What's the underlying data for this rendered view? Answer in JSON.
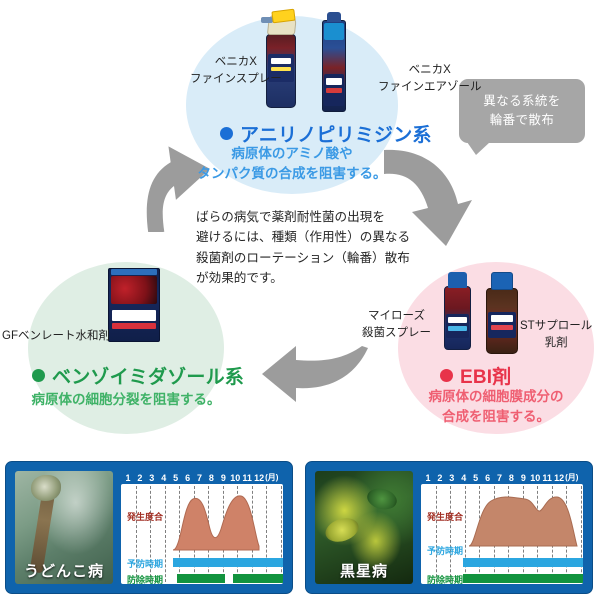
{
  "diagram": {
    "bubble": {
      "line1": "異なる系統を",
      "line2": "輪番で散布",
      "color": "#a6a6a6"
    },
    "center_paragraph": {
      "line1": "ばらの病気で薬剤耐性菌の出現を",
      "line2": "避けるには、種類（作用性）の異なる",
      "line3": "殺菌剤のローテーション（輪番）散布",
      "line4": "が効果的です。"
    },
    "groups": [
      {
        "id": "anilinopyrimidine",
        "title": "アニリノピリミジン系",
        "desc_line1": "病原体のアミノ酸や",
        "desc_line2": "タンパク質の合成を阻害する。",
        "dot_color": "#1b6fd6",
        "title_color": "#1b6fd6",
        "desc_color": "#3b9ae5",
        "zone_color": "#d9ecf8",
        "products": [
          {
            "name_line1": "ベニカX",
            "name_line2": "ファインスプレー",
            "type": "trigger-spray-bottle"
          },
          {
            "name_line1": "ベニカX",
            "name_line2": "ファインエアゾール",
            "type": "aerosol-can"
          }
        ]
      },
      {
        "id": "ebi",
        "title": "EBI剤",
        "desc_line1": "病原体の細胞膜成分の",
        "desc_line2": "合成を阻害する。",
        "dot_color": "#e8334a",
        "title_color": "#e8334a",
        "desc_color": "#ef5f72",
        "zone_color": "#fbdde4",
        "products": [
          {
            "name_line1": "マイローズ",
            "name_line2": "殺菌スプレー",
            "type": "spray-bottle"
          },
          {
            "name_line1": "STサプロール",
            "name_line2": "乳剤",
            "type": "liquid-bottle"
          }
        ]
      },
      {
        "id": "benzimidazole",
        "title": "ベンゾイミダゾール系",
        "desc_line1": "病原体の細胞分裂を阻害する。",
        "desc_line2": "",
        "dot_color": "#1f9a4d",
        "title_color": "#1f9a4d",
        "desc_color": "#3fb267",
        "zone_color": "#dfeee4",
        "products": [
          {
            "name_line1": "GFベンレート水和剤",
            "name_line2": "",
            "type": "carton-box"
          }
        ]
      }
    ]
  },
  "panels": [
    {
      "id": "udonko",
      "disease_name": "うどんこ病",
      "months": [
        "1",
        "2",
        "3",
        "4",
        "5",
        "6",
        "7",
        "8",
        "9",
        "10",
        "11",
        "12"
      ],
      "month_unit": "(月)",
      "labels": {
        "occurrence": "発生度合",
        "prevention": "予防時期",
        "control": "防除時期"
      },
      "chart_data": {
        "type": "area",
        "title": "うどんこ病 発生度合",
        "xlabel": "(月)",
        "ylabel": "発生度合",
        "x": [
          1,
          2,
          3,
          4,
          5,
          6,
          7,
          8,
          9,
          10,
          11,
          12
        ],
        "values": [
          0,
          0,
          0,
          0.05,
          0.72,
          0.95,
          0.78,
          0.3,
          0.72,
          0.95,
          0.8,
          0.1
        ],
        "ylim": [
          0,
          1
        ],
        "grid": true,
        "bands": [
          {
            "name": "予防時期",
            "color": "#2ba6e0",
            "ranges": [
              [
                4.0,
                11.6
              ]
            ]
          },
          {
            "name": "防除時期",
            "color": "#12933e",
            "ranges": [
              [
                4.3,
                7.6
              ],
              [
                8.6,
                11.6
              ]
            ]
          }
        ]
      }
    },
    {
      "id": "kurohoshi",
      "disease_name": "黒星病",
      "months": [
        "1",
        "2",
        "3",
        "4",
        "5",
        "6",
        "7",
        "8",
        "9",
        "10",
        "11",
        "12"
      ],
      "month_unit": "(月)",
      "labels": {
        "occurrence": "発生度合",
        "prevention": "予防時期",
        "control": "防除時期"
      },
      "chart_data": {
        "type": "area",
        "title": "黒星病 発生度合",
        "xlabel": "(月)",
        "ylabel": "発生度合",
        "x": [
          1,
          2,
          3,
          4,
          5,
          6,
          7,
          8,
          9,
          10,
          11,
          12
        ],
        "values": [
          0,
          0,
          0,
          0.1,
          0.72,
          0.92,
          0.95,
          0.88,
          0.8,
          0.92,
          0.7,
          0.05
        ],
        "ylim": [
          0,
          1
        ],
        "grid": true,
        "bands": [
          {
            "name": "予防時期",
            "color": "#2ba6e0",
            "ranges": [
              [
                3.3,
                12.0
              ]
            ]
          },
          {
            "name": "防除時期",
            "color": "#12933e",
            "ranges": [
              [
                3.3,
                12.0
              ]
            ]
          }
        ]
      }
    }
  ]
}
